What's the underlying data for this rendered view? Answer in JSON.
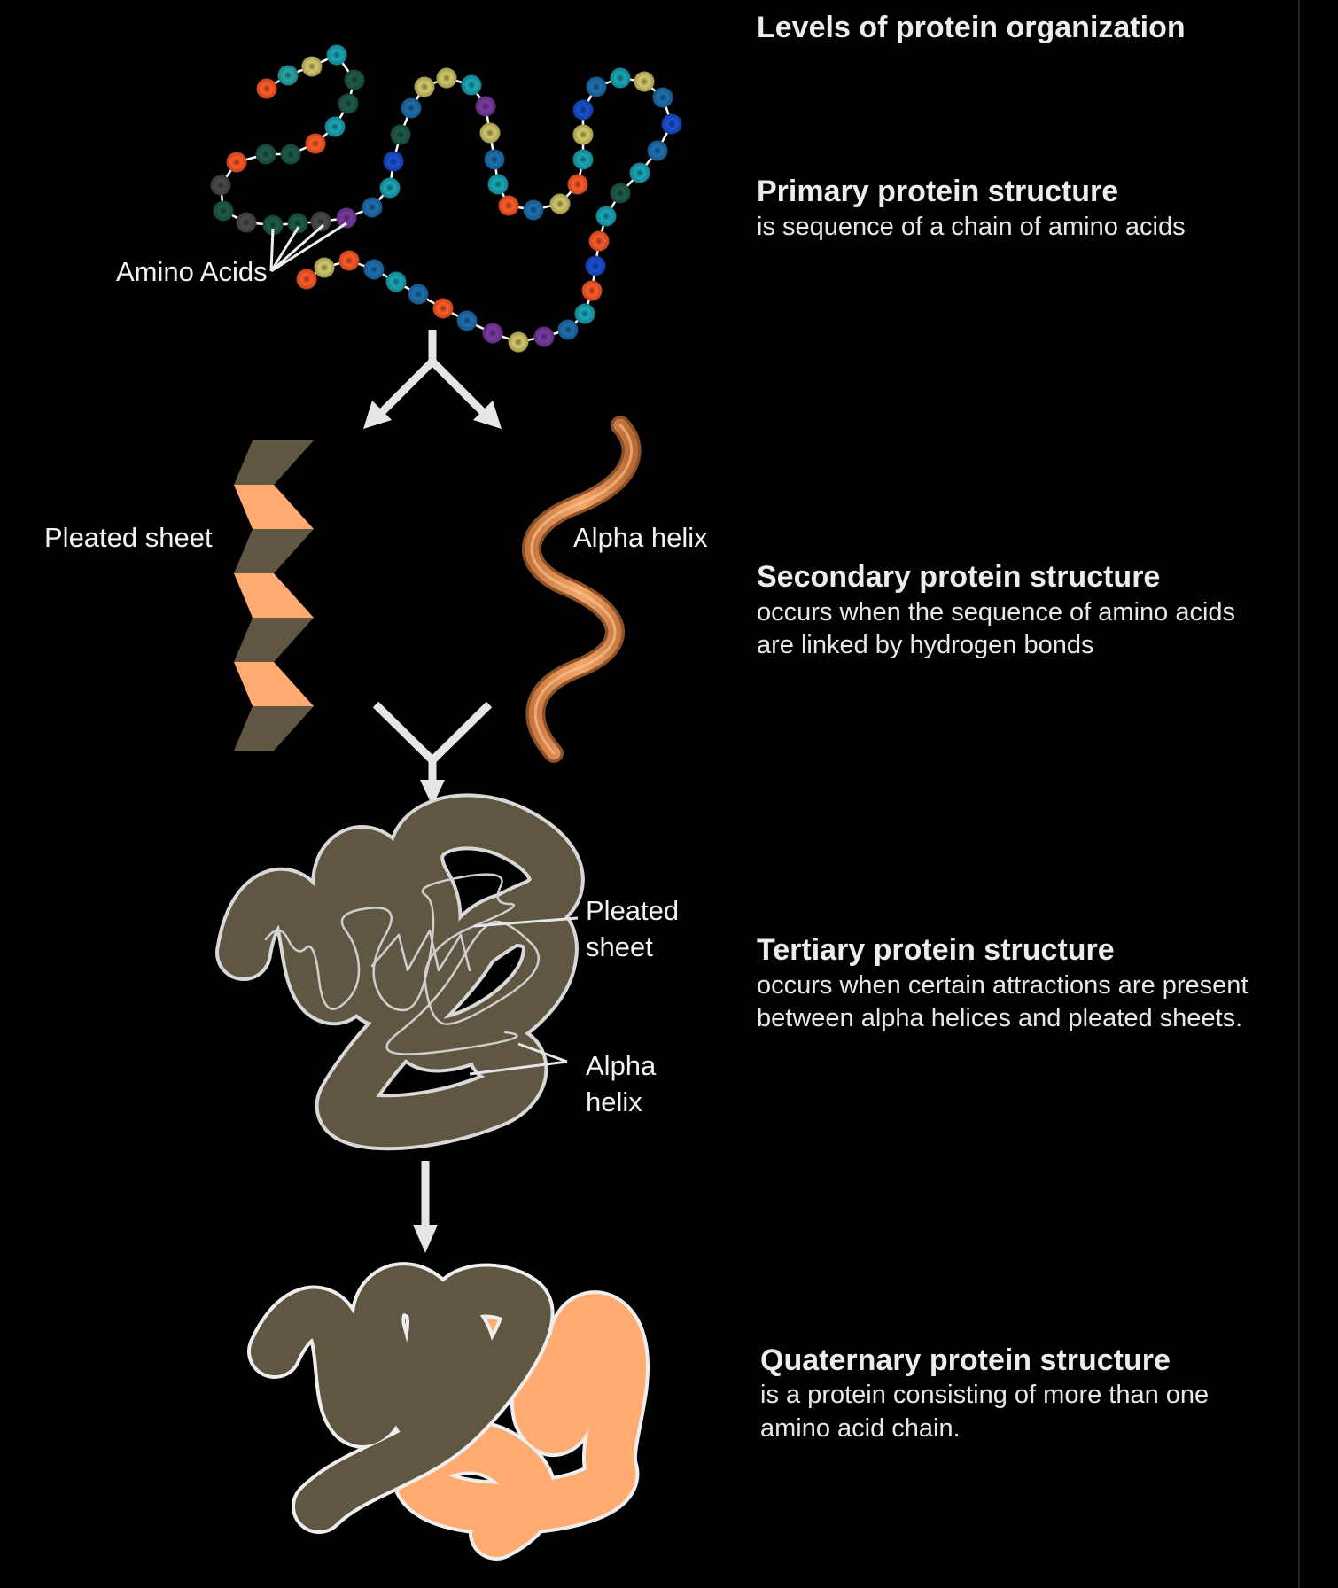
{
  "title": "Levels of protein organization",
  "primary": {
    "heading": "Primary protein structure",
    "description": "is sequence of a chain of amino acids",
    "label": "Amino Acids"
  },
  "secondary": {
    "heading": "Secondary protein structure",
    "description_line1": "occurs when the sequence of amino acids",
    "description_line2": "are linked by hydrogen bonds",
    "label_sheet": "Pleated sheet",
    "label_helix": "Alpha helix"
  },
  "tertiary": {
    "heading": "Tertiary protein structure",
    "description_line1": "occurs when certain attractions are present",
    "description_line2": "between alpha helices and pleated sheets.",
    "label_sheet_line1": "Pleated",
    "label_sheet_line2": "sheet",
    "label_helix_line1": "Alpha",
    "label_helix_line2": "helix"
  },
  "quaternary": {
    "heading": "Quaternary protein structure",
    "description_line1": "is a protein consisting of more than one",
    "description_line2": "amino acid chain."
  },
  "colors": {
    "background": "#000000",
    "text": "#eaeaea",
    "arrow": "#e6e6e6",
    "olive": "#5f5742",
    "peach": "#ffab72",
    "bead_palette": [
      "#ff5a2a",
      "#1aa7b8",
      "#2aa6a6",
      "#d2c96b",
      "#7a3aa0",
      "#1f6fb0",
      "#1f5a4a",
      "#4a4a4a",
      "#1a4fd0",
      "#2f7a50"
    ]
  }
}
